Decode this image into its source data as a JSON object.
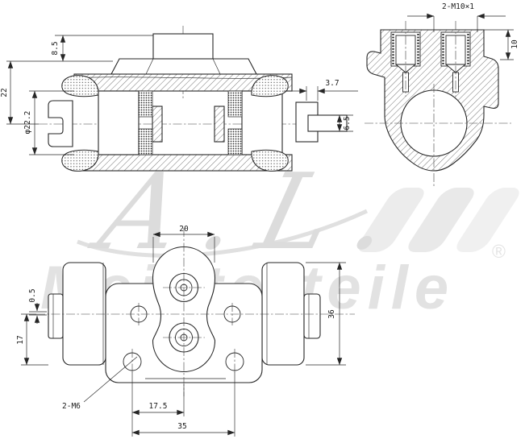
{
  "drawing": {
    "line_color": "#262626",
    "background": "#ffffff",
    "views": {
      "side_section": {
        "dims": {
          "boss_height": "8.5",
          "half_height": "22",
          "bore_diameter": "φ22.2",
          "slot_depth": "3.7",
          "rod_height": "6.5"
        }
      },
      "end_section": {
        "dims": {
          "thread_spec": "2-M10×1",
          "thread_depth": "10"
        }
      },
      "front_view": {
        "dims": {
          "boss_width": "20",
          "body_height": "36",
          "step": "0.5",
          "lower_half": "17",
          "bolt_spec": "2-M6",
          "hole_offset": "17.5",
          "hole_spacing": "35"
        }
      }
    }
  },
  "watermark": {
    "script": "A.L.",
    "brand": "Meisterteile",
    "registered": "®",
    "script_color": "#dcdcdc",
    "brand_color": "#e2e2e2",
    "stripe_color": "#ececec"
  }
}
